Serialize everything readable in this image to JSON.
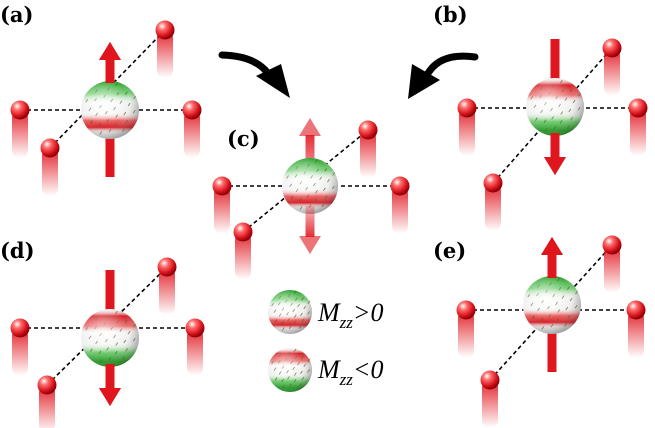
{
  "panels": [
    {
      "id": "a",
      "label": "(a)",
      "moment": "up"
    },
    {
      "id": "b",
      "label": "(b)",
      "moment": "down"
    },
    {
      "id": "c",
      "label": "(c)",
      "moment": "both"
    },
    {
      "id": "d",
      "label": "(d)",
      "moment": "down"
    },
    {
      "id": "e",
      "label": "(e)",
      "moment": "up"
    }
  ],
  "legend": [
    {
      "sign": "positive",
      "symbol": "M",
      "subscript": "zz",
      "relation": ">0"
    },
    {
      "sign": "negative",
      "symbol": "M",
      "subscript": "zz",
      "relation": "<0"
    }
  ],
  "colors": {
    "ligand": "#d9141b",
    "moment_arrow": "#e0161e",
    "positive_lobe": "#1a9a1a",
    "negative_lobe": "#d4131b",
    "flow_arrow": "#000000",
    "background": "#ffffff"
  },
  "icons": [
    "curved-arrow-icon",
    "magnetic-moment-arrow-icon",
    "ligand-ion-icon",
    "magnetic-ion-sphere-icon"
  ]
}
